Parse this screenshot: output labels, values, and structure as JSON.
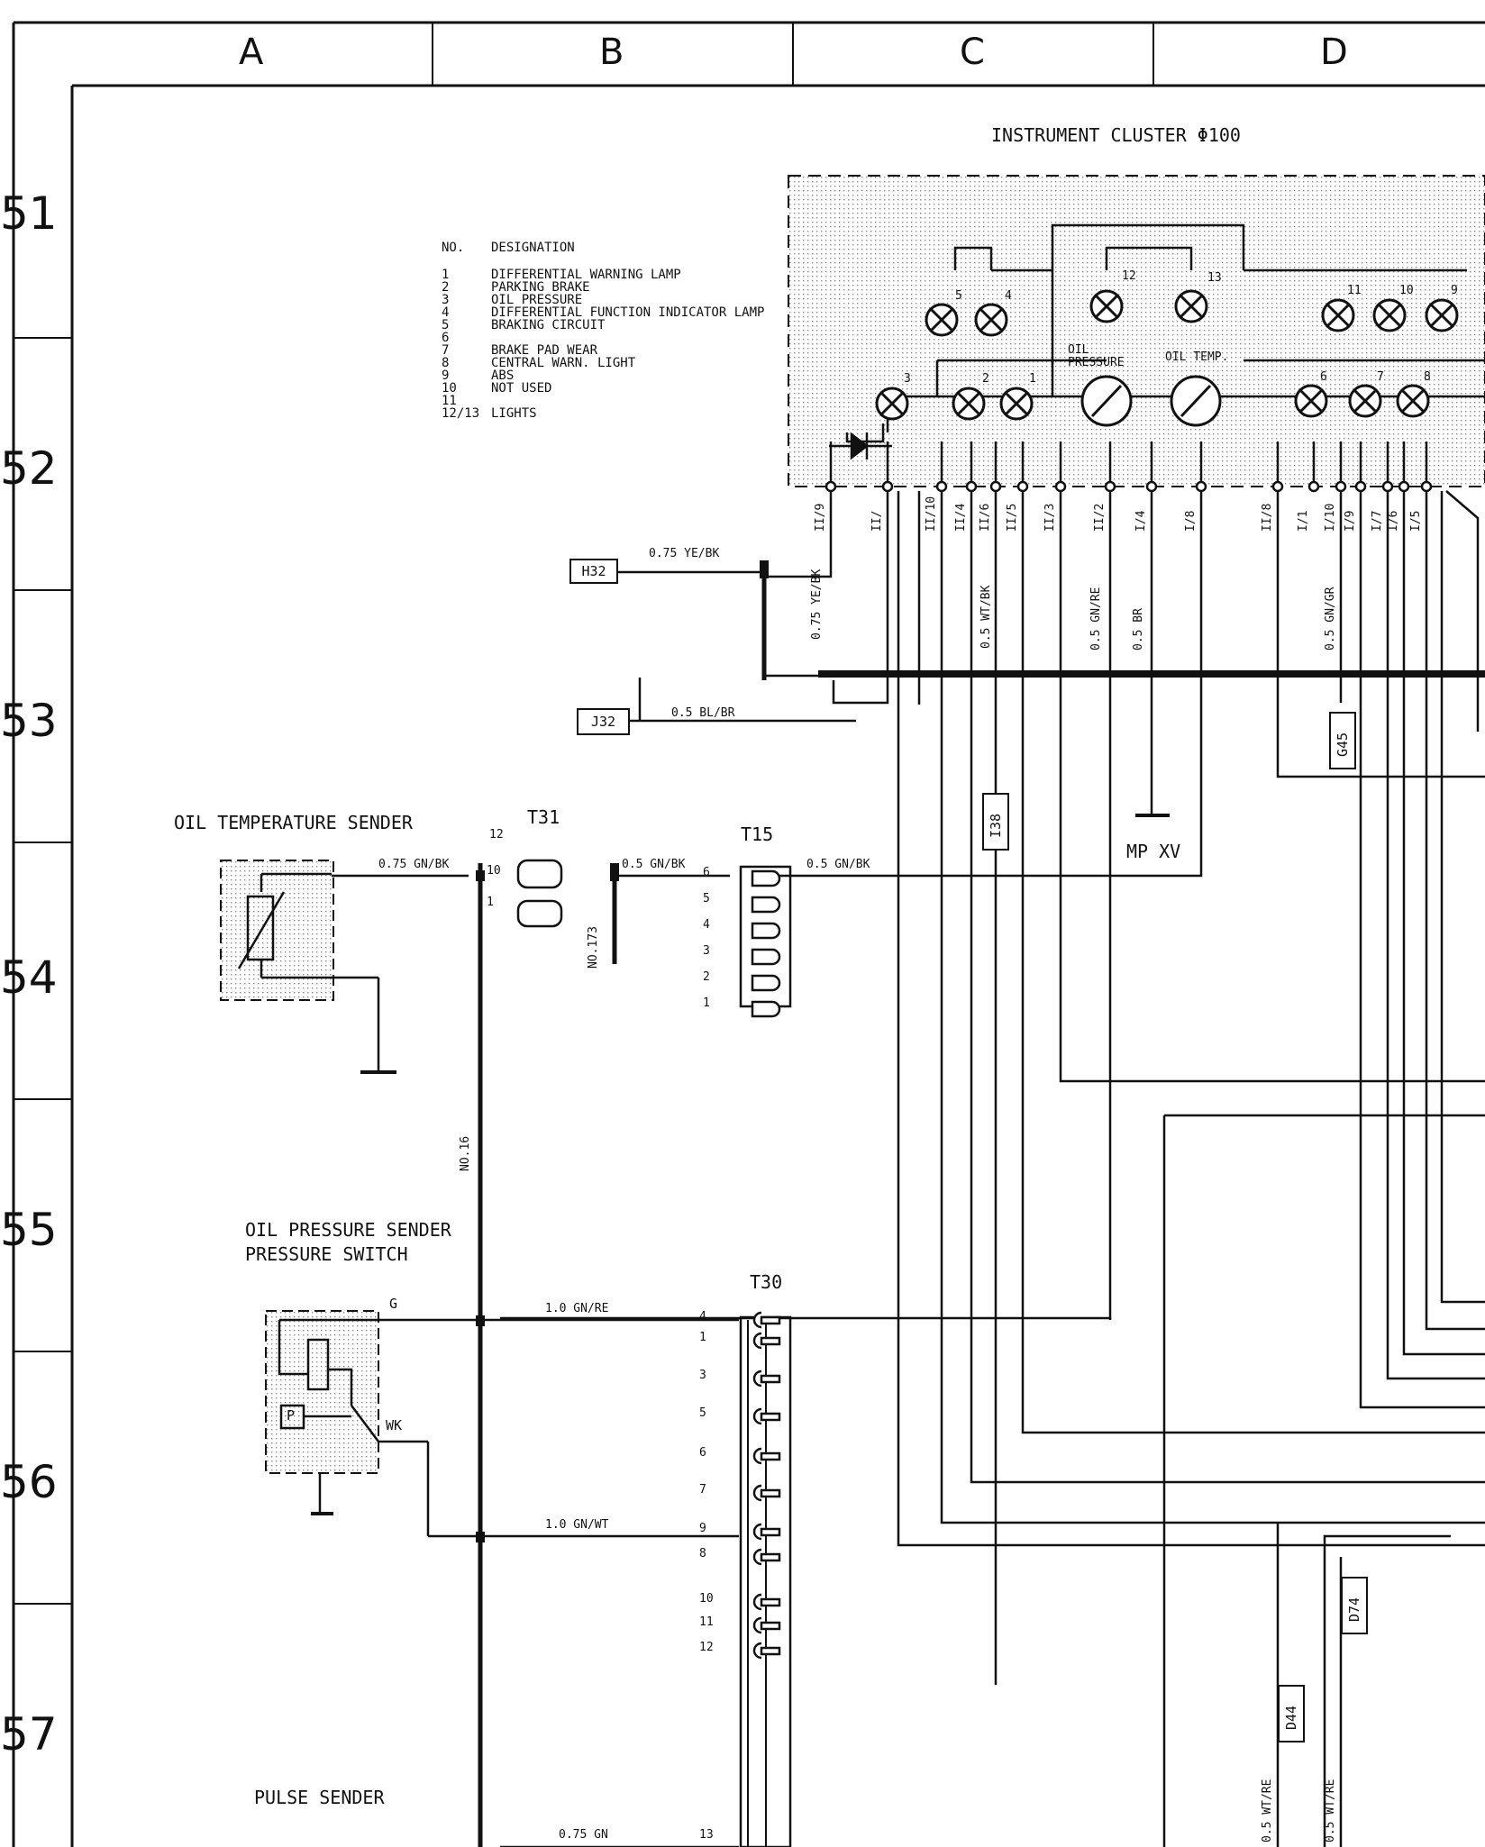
{
  "grid": {
    "columns": [
      "A",
      "B",
      "C",
      "D"
    ],
    "rows": [
      "51",
      "52",
      "53",
      "54",
      "55",
      "56",
      "57"
    ]
  },
  "cluster": {
    "title": "INSTRUMENT CLUSTER Φ100",
    "gauges": [
      "OIL PRESSURE",
      "OIL TEMP."
    ],
    "lamp_numbers": [
      "5",
      "4",
      "12",
      "13",
      "11",
      "10",
      "9",
      "3",
      "2",
      "1",
      "6",
      "7",
      "8"
    ],
    "pins": [
      "II/9",
      "II/",
      "II/10",
      "II/4",
      "II/6",
      "II/5",
      "II/3",
      "II/2",
      "I/4",
      "I/8",
      "II/8",
      "I/1",
      "I/10",
      "I/9",
      "I/7",
      "I/6",
      "I/5"
    ]
  },
  "legend": {
    "header_no": "NO.",
    "header_designation": "DESIGNATION",
    "items": [
      {
        "no": "1",
        "text": "DIFFERENTIAL WARNING LAMP"
      },
      {
        "no": "2",
        "text": "PARKING BRAKE"
      },
      {
        "no": "3",
        "text": "OIL PRESSURE"
      },
      {
        "no": "4",
        "text": "DIFFERENTIAL FUNCTION INDICATOR LAMP"
      },
      {
        "no": "5",
        "text": "BRAKING CIRCUIT"
      },
      {
        "no": "6",
        "text": ""
      },
      {
        "no": "7",
        "text": "BRAKE PAD WEAR"
      },
      {
        "no": "8",
        "text": "CENTRAL WARN. LIGHT"
      },
      {
        "no": "9",
        "text": "ABS"
      },
      {
        "no": "10",
        "text": "NOT USED"
      },
      {
        "no": "11",
        "text": ""
      },
      {
        "no": "12/13",
        "text": "LIGHTS"
      }
    ]
  },
  "components": {
    "oil_temp_sender": "OIL TEMPERATURE SENDER",
    "oil_pressure_sender_line1": "OIL PRESSURE SENDER",
    "oil_pressure_sender_line2": "PRESSURE SWITCH",
    "pulse_sender": "PULSE SENDER",
    "mp": "MP XV",
    "p_symbol": "P",
    "terminal_g": "G",
    "terminal_wk": "WK"
  },
  "connectors": {
    "t31": "T31",
    "t15": "T15",
    "t30": "T30",
    "t31_pins": [
      "12",
      "10",
      "1"
    ],
    "t15_pins": [
      "6",
      "5",
      "4",
      "3",
      "2",
      "1"
    ],
    "t30_pins": [
      "4",
      "1",
      "3",
      "5",
      "6",
      "7",
      "9",
      "8",
      "10",
      "11",
      "12",
      "13"
    ]
  },
  "tags": {
    "h32": "H32",
    "j32": "J32",
    "i38": "I38",
    "g45": "G45",
    "d44": "D44",
    "d74": "D74"
  },
  "wires": {
    "w_h32": "0.75 YE/BK",
    "w_h32_v": "0.75 YE/BK",
    "w_j32": "0.5 BL/BR",
    "w_i38": "0.5 WT/BK",
    "w_oilp": "0.5 GN/RE",
    "w_br": "0.5 BR",
    "w_g45": "0.5 GN/GR",
    "w_temp1": "0.75 GN/BK",
    "w_temp2": "0.5 GN/BK",
    "w_temp3": "0.5 GN/BK",
    "w_press": "1.0 GN/RE",
    "w_switch": "1.0 GN/WT",
    "w_pulse": "0.75 GN",
    "w_d44": "0.5 WT/RE",
    "w_d74": "0.5 WT/RE",
    "no173": "NO.173",
    "no16": "NO.16"
  },
  "colors": {
    "ink": "#111111",
    "paper": "#ffffff",
    "shade": "#9a9a9a"
  }
}
